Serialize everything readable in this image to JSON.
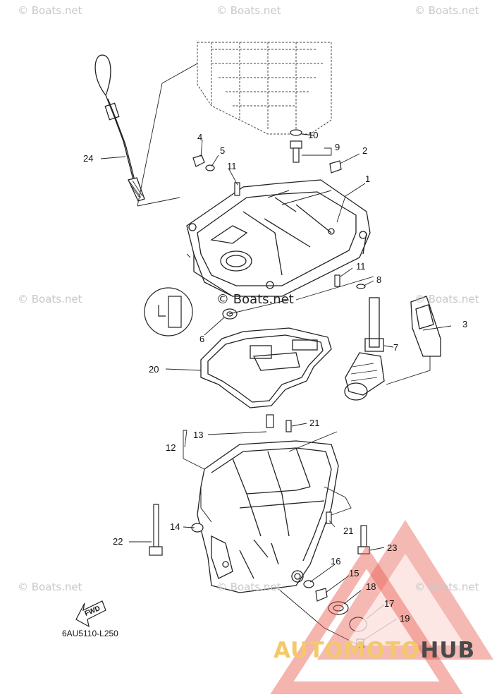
{
  "watermark": "© Boats.net",
  "watermark_center": "© Boats.net",
  "diagram_code": "6AU5110-L250",
  "fwd_label": "FWD",
  "brand": {
    "part1": "AUTOMOTO",
    "part2": "HUB",
    "accent": "#e8584c",
    "gold": "#f3c96a",
    "dark": "#4a4a4a"
  },
  "callouts": [
    "1",
    "2",
    "3",
    "4",
    "5",
    "6",
    "7",
    "8",
    "9",
    "10",
    "11",
    "11",
    "12",
    "13",
    "14",
    "15",
    "16",
    "17",
    "18",
    "19",
    "20",
    "21",
    "21",
    "22",
    "23",
    "24"
  ],
  "labels": {
    "p1": "1",
    "p2": "2",
    "p3": "3",
    "p4": "4",
    "p5": "5",
    "p6": "6",
    "p7": "7",
    "p8": "8",
    "p9": "9",
    "p10": "10",
    "p11a": "11",
    "p11b": "11",
    "p12": "12",
    "p13": "13",
    "p14": "14",
    "p15": "15",
    "p16": "16",
    "p17": "17",
    "p18": "18",
    "p19": "19",
    "p20": "20",
    "p21a": "21",
    "p21b": "21",
    "p22": "22",
    "p23": "23",
    "p24": "24"
  }
}
